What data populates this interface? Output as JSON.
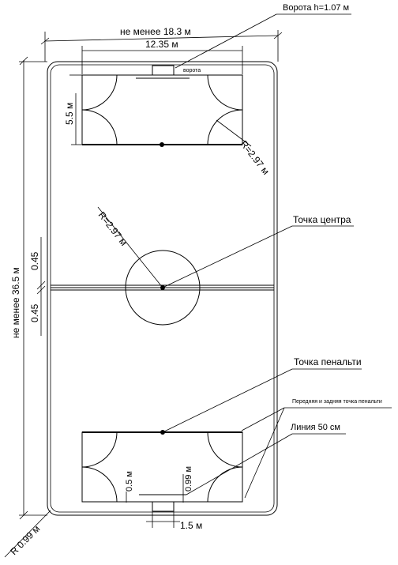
{
  "labels": {
    "goal_height": "Ворота h=1.07 м",
    "width_min": "не менее 18.3 м",
    "penalty_width": "12.35 м",
    "goal_small": "ворота",
    "penalty_depth": "5.5 м",
    "corner_radius_top": "R=2.97 м",
    "center_radius": "R=2.97 м",
    "center_point": "Точка центра",
    "length_min": "не менее 36.5 м",
    "half_line_upper": "0.45",
    "half_line_lower": "0.45",
    "penalty_point": "Точка пенальти",
    "front_back_penalty": "Передняя и задняя точка пенальти",
    "line_50": "Линия 50 см",
    "dim_05": "0.5 м",
    "dim_099": "0.99 м",
    "goal_width": "1.5 м",
    "corner_radius_outer": "R 0.99 м"
  }
}
